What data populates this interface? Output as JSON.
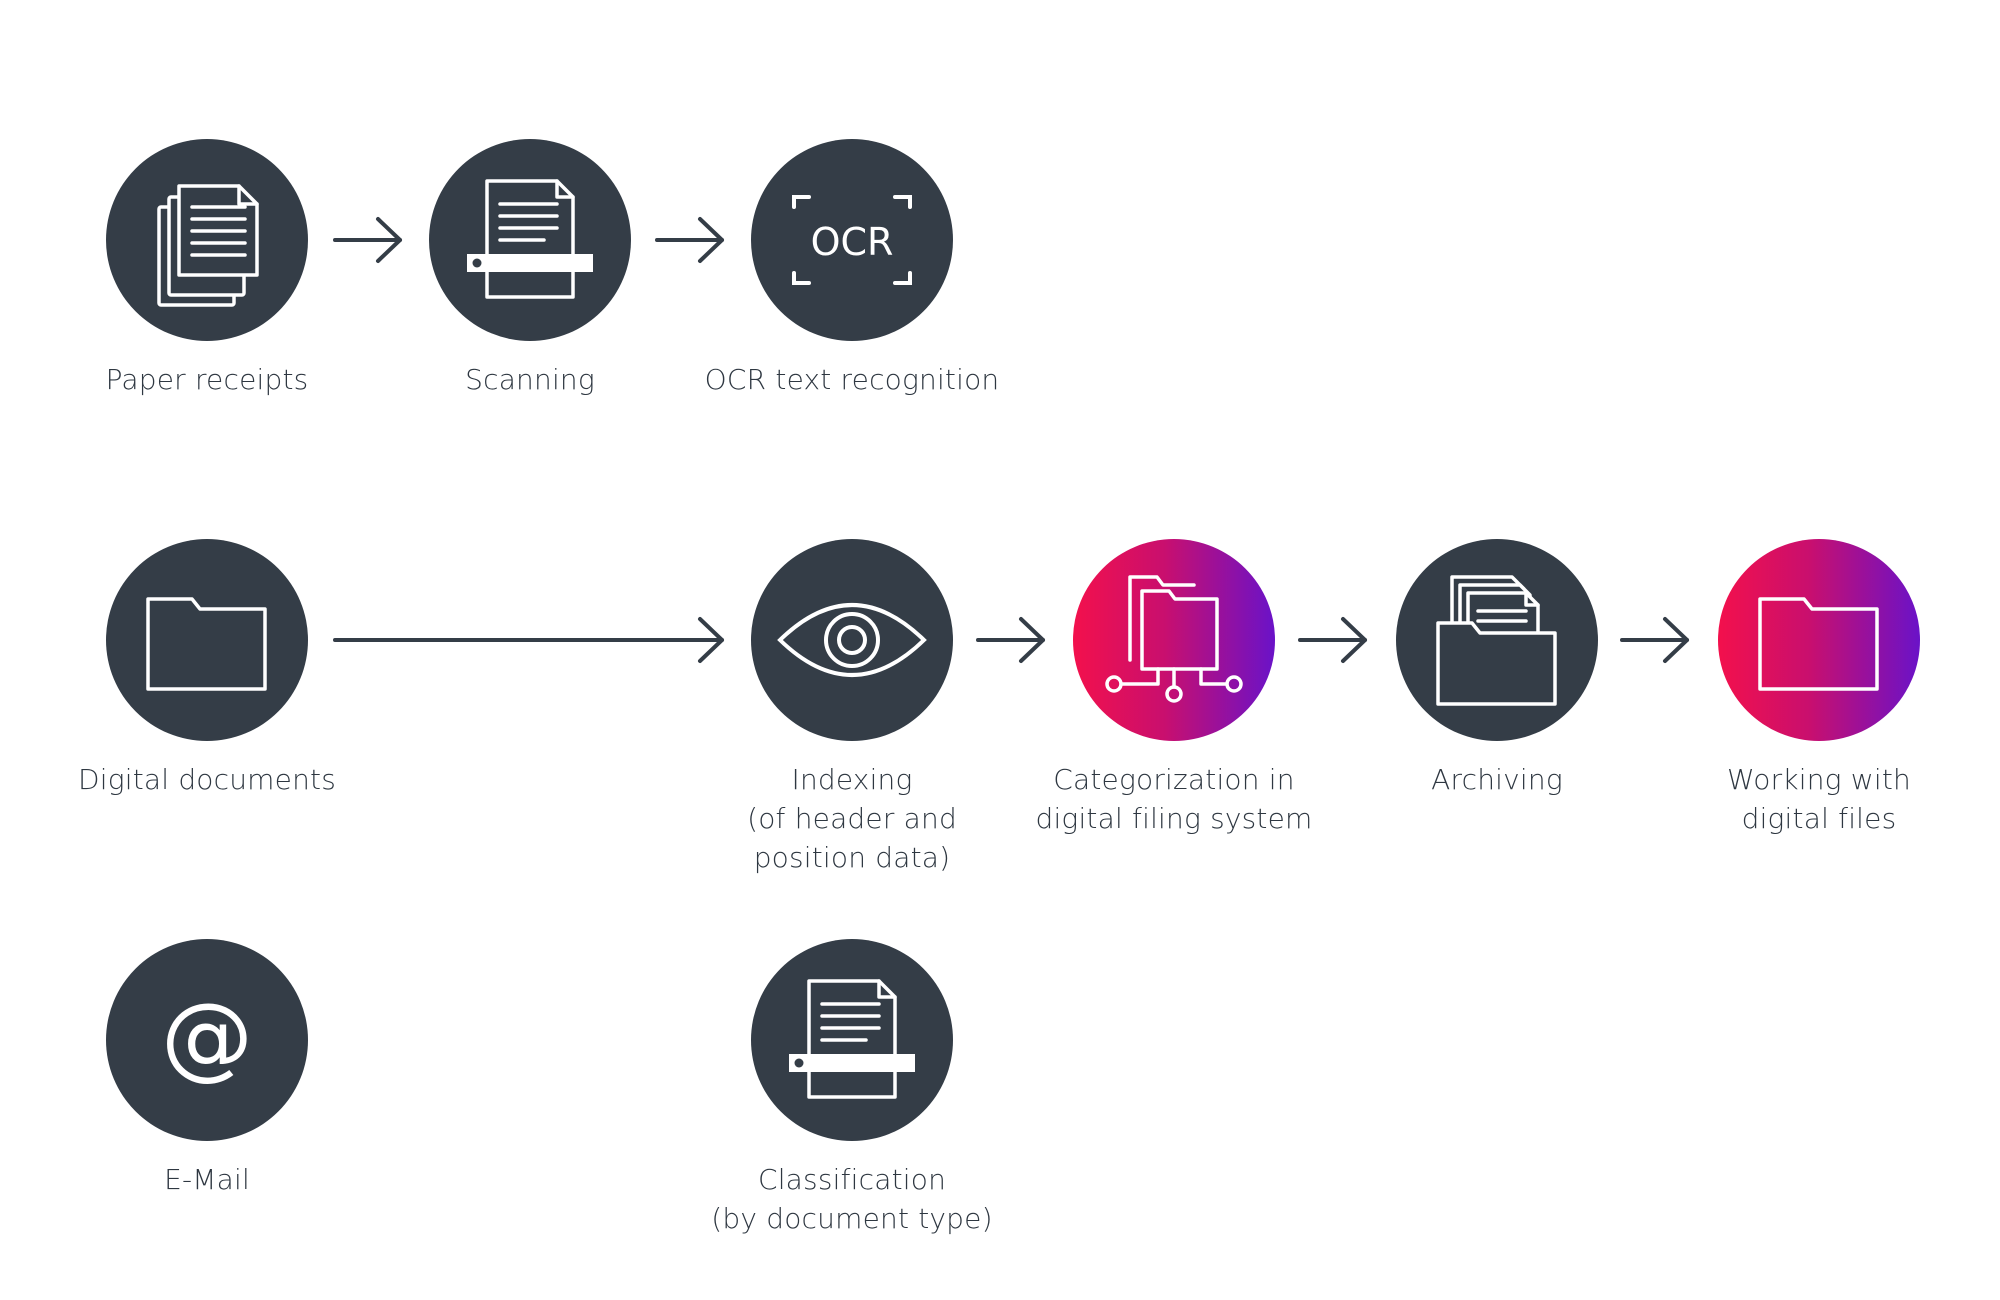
{
  "colors": {
    "node_fill": "#343d47",
    "icon_stroke": "#ffffff",
    "arrow": "#343d47",
    "label_text": "#2e3741",
    "gradient_start": "#f3104c",
    "gradient_end": "#6a12c8"
  },
  "nodes": {
    "paper_receipts": {
      "icon": "paper-stack-icon",
      "lines": [
        "Paper receipts"
      ]
    },
    "scanning": {
      "icon": "scanner-icon",
      "lines": [
        "Scanning"
      ]
    },
    "ocr": {
      "icon": "ocr-icon",
      "icon_text": "OCR",
      "lines": [
        "OCR text recognition"
      ]
    },
    "digital_documents": {
      "icon": "folder-icon",
      "lines": [
        "Digital documents"
      ]
    },
    "indexing": {
      "icon": "eye-icon",
      "lines": [
        "Indexing",
        "(of header and",
        "position data)"
      ]
    },
    "categorization": {
      "icon": "folder-network-icon",
      "lines": [
        "Categorization in",
        "digital filing system"
      ]
    },
    "archiving": {
      "icon": "archive-folder-icon",
      "lines": [
        "Archiving"
      ]
    },
    "working": {
      "icon": "folder-icon",
      "lines": [
        "Working with",
        "digital files"
      ]
    },
    "email": {
      "icon": "at-sign-icon",
      "icon_text": "@",
      "lines": [
        "E-Mail"
      ]
    },
    "classification": {
      "icon": "scanner-icon",
      "lines": [
        "Classification",
        "(by document type)"
      ]
    }
  }
}
